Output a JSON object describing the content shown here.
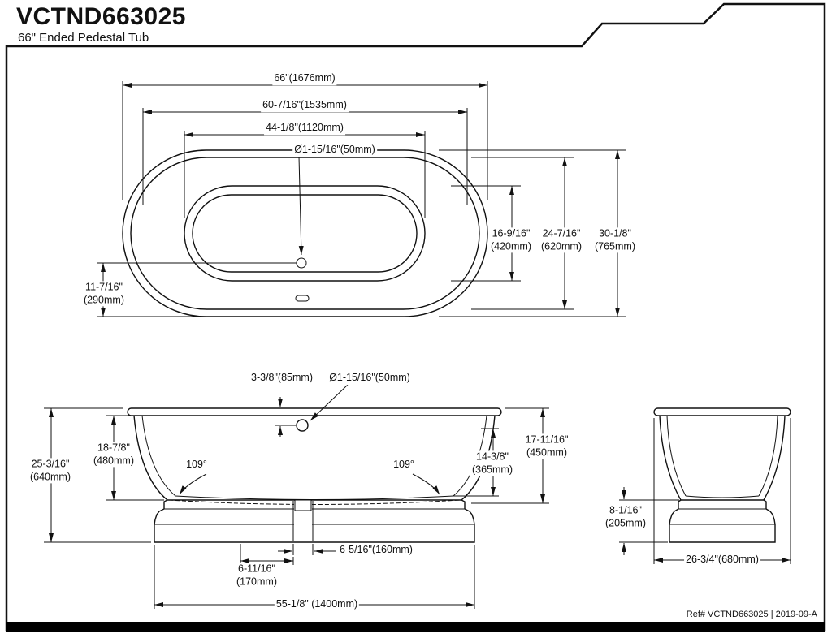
{
  "header": {
    "model": "VCTND663025",
    "subtitle": "66\" Ended Pedestal Tub"
  },
  "footer": {
    "ref": "Ref# VCTND663025 | 2019-09-A"
  },
  "top_view": {
    "length_overall": "66\"(1676mm)",
    "length_rim": "60-7/16\"(1535mm)",
    "length_basin": "44-1/8\"(1120mm)",
    "drain_diameter": "Ø1-15/16\"(50mm)",
    "width_basin": "16-9/16\"\n(420mm)",
    "width_rim": "24-7/16\"\n(620mm)",
    "width_overall": "30-1/8\"\n(765mm)",
    "drain_to_end": "11-7/16\"\n(290mm)"
  },
  "front_view": {
    "overflow_drop": "3-3/8\"(85mm)",
    "overflow_diameter": "Ø1-15/16\"(50mm)",
    "height_overall": "25-3/16\"\n(640mm)",
    "rim_to_base": "18-7/8\"\n(480mm)",
    "wall_angle_left": "109°",
    "wall_angle_right": "109°",
    "interior_depth": "14-3/8\"\n(365mm)",
    "rim_to_plinth": "17-11/16\"\n(450mm)",
    "drain_cutout_width": "6-5/16\"(160mm)",
    "drain_cutout_offset": "6-11/16\"\n(170mm)",
    "base_length": "55-1/8\" (1400mm)"
  },
  "end_view": {
    "plinth_height": "8-1/16\"\n(205mm)",
    "width_overall": "26-3/4\"(680mm)"
  }
}
